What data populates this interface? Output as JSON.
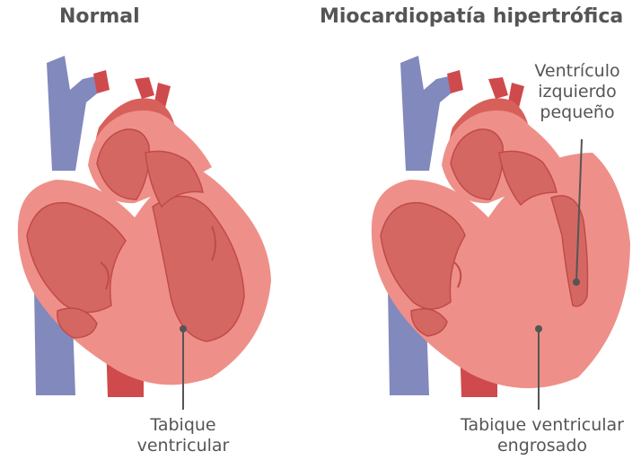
{
  "titles": {
    "normal": "Normal",
    "hypertrophic": "Miocardiopatía hipertrófica"
  },
  "labels": {
    "septum_normal_line1": "Tabique",
    "septum_normal_line2": "ventricular",
    "septum_thick_line1": "Tabique ventricular",
    "septum_thick_line2": "engrosado",
    "small_lv_line1": "Ventrículo",
    "small_lv_line2": "izquierdo",
    "small_lv_line3": "pequeño"
  },
  "colors": {
    "vein_blue": "#8189bd",
    "artery_red": "#cf4a4c",
    "muscle_outer": "#ee9089",
    "chamber_inner": "#d56763",
    "outline": "#c04b47",
    "pointer": "#555555"
  }
}
